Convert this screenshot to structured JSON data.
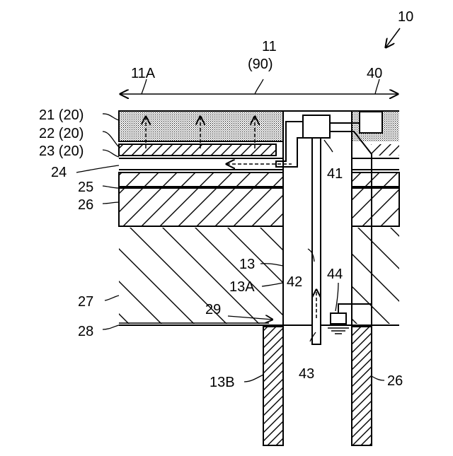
{
  "figure": {
    "ref_main": "10",
    "ref_width": "11",
    "ref_width_alt": "(90)",
    "ref_area": "11A",
    "ref_40": "40",
    "ref_41": "41",
    "ref_42": "42",
    "ref_43": "43",
    "ref_44": "44",
    "ref_13": "13",
    "ref_13A": "13A",
    "ref_13B": "13B",
    "ref_29": "29",
    "layer_labels": [
      "21 (20)",
      "22 (20)",
      "23 (20)",
      "24",
      "25",
      "26",
      "27",
      "28"
    ],
    "ref_26_right": "26"
  }
}
